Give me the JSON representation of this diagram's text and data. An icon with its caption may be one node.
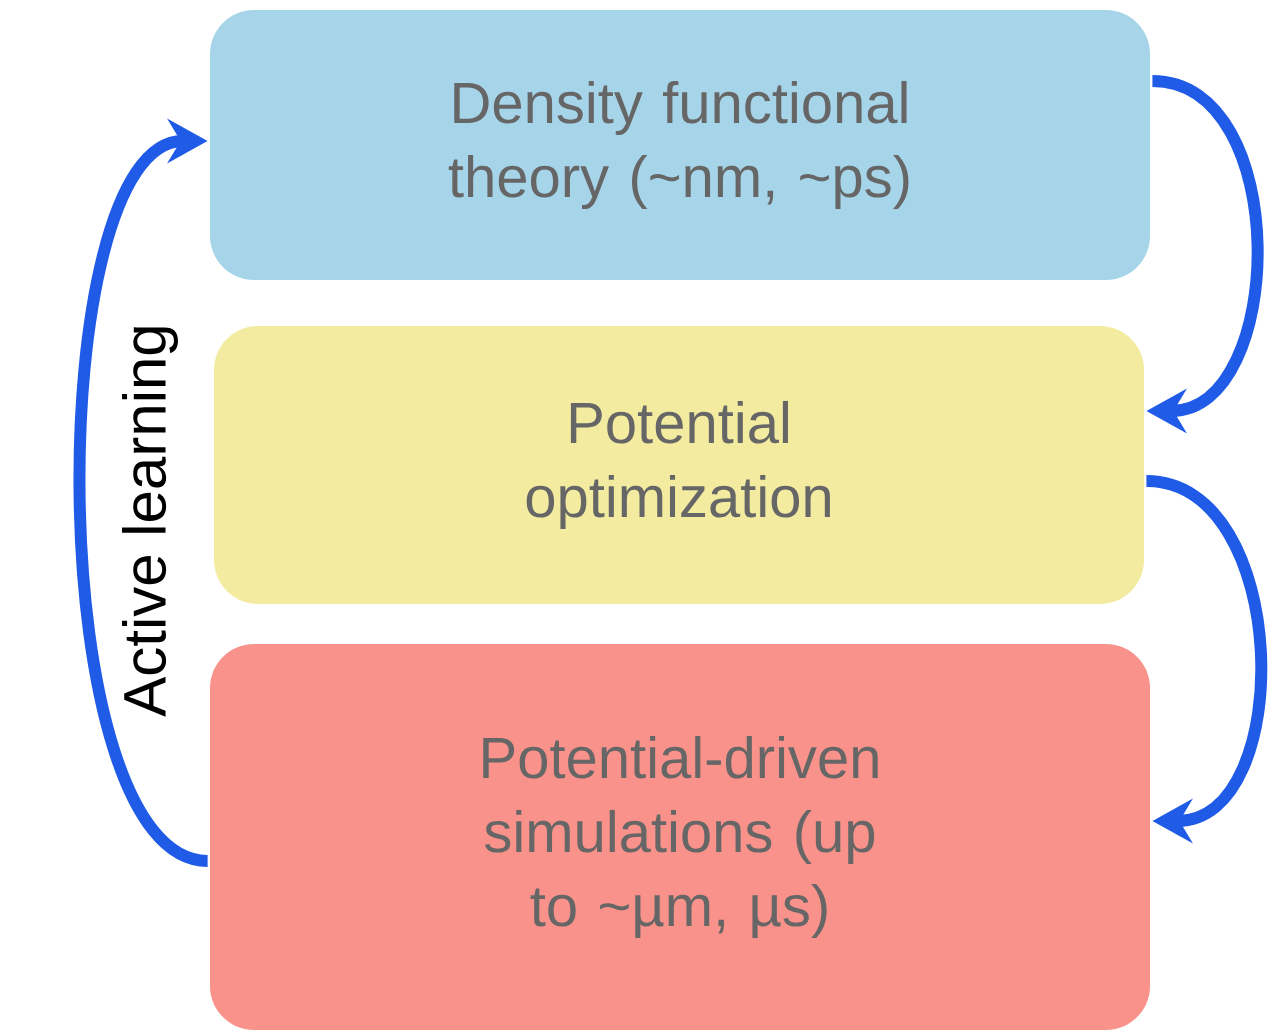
{
  "diagram": {
    "nodes": [
      {
        "text": [
          "Density functional theory (~nm, ~ps)"
        ]
      },
      {
        "text": [
          "Potential optimization"
        ]
      },
      {
        "text": [
          "Potential-driven simulations (up to ~µm, µs)"
        ]
      }
    ],
    "edges": [
      {
        "from": 0,
        "to": 1,
        "arrow": "to"
      },
      {
        "from": 1,
        "to": 2,
        "arrow": "to"
      },
      {
        "from": 2,
        "to": 0,
        "arrow": "to",
        "label": "Active learning"
      }
    ]
  }
}
